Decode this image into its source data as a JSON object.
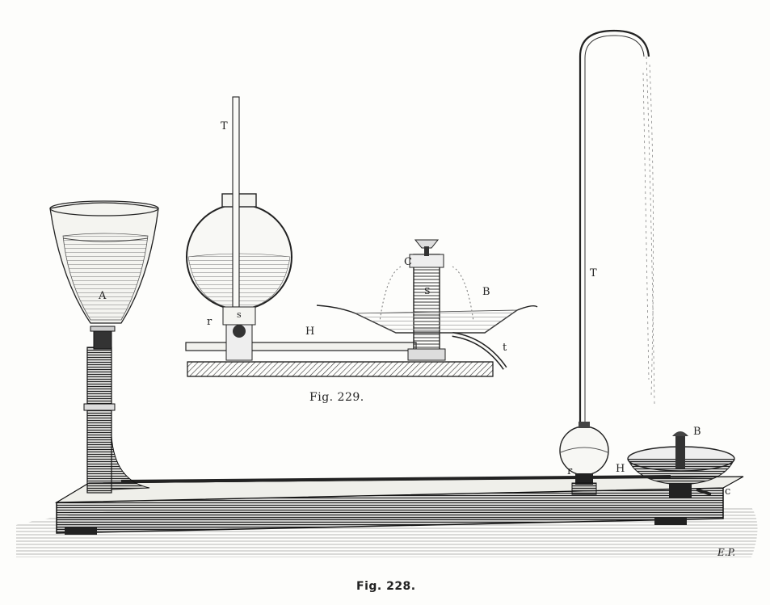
{
  "figures": {
    "fig229": {
      "caption": "Fig. 229.",
      "labels": {
        "T": "T",
        "r": "r",
        "s": "s",
        "H": "H",
        "C": "C",
        "S": "S",
        "B": "B",
        "t": "t"
      }
    },
    "fig228": {
      "caption": "Fig. 228.",
      "labels": {
        "A": "A",
        "T": "T",
        "r": "r",
        "H": "H",
        "B": "B",
        "c": "c"
      }
    },
    "signature": "E.P."
  },
  "colors": {
    "ink": "#1a1a1a",
    "paper": "#fdfdfb",
    "hatch": "#555555"
  }
}
